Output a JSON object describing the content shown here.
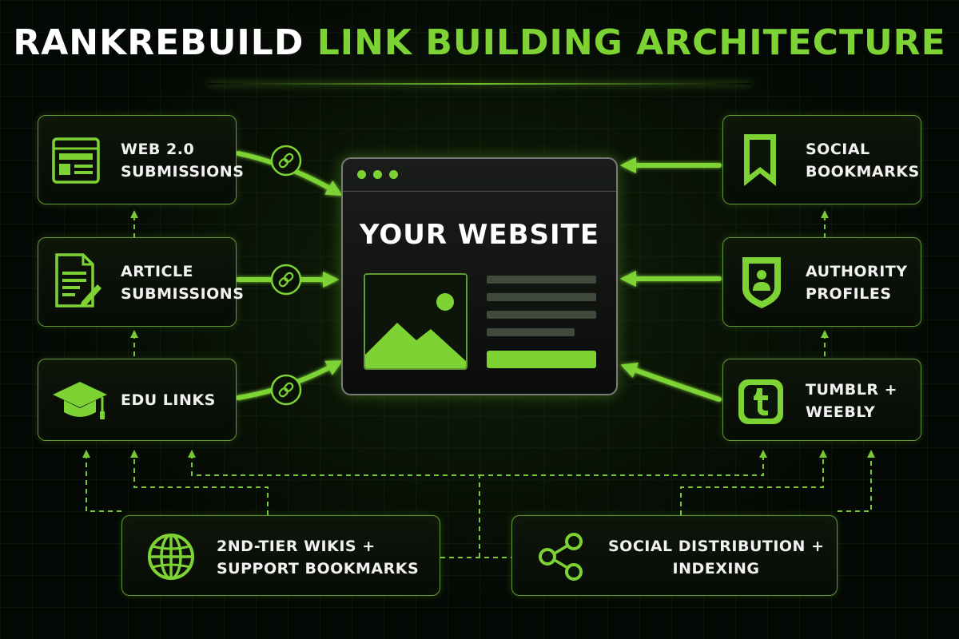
{
  "title": {
    "part1": "RANKREBUILD",
    "part2": "LINK BUILDING ARCHITECTURE"
  },
  "center": {
    "title": "YOUR WEBSITE"
  },
  "left_nodes": [
    {
      "line1": "WEB 2.0",
      "line2": "SUBMISSIONS",
      "icon": "browser-window-icon"
    },
    {
      "line1": "ARTICLE",
      "line2": "SUBMISSIONS",
      "icon": "document-pen-icon"
    },
    {
      "line1": "EDU LINKS",
      "icon": "graduation-cap-icon"
    }
  ],
  "right_nodes": [
    {
      "line1": "SOCIAL",
      "line2": "BOOKMARKS",
      "icon": "bookmark-icon"
    },
    {
      "line1": "AUTHORITY",
      "line2": "PROFILES",
      "icon": "profile-shield-icon"
    },
    {
      "line1": "TUMBLR +",
      "line2": "WEEBLY",
      "icon": "tumblr-icon"
    }
  ],
  "bottom_nodes": [
    {
      "line1": "2ND-TIER WIKIS +",
      "line2": "SUPPORT BOOKMARKS",
      "icon": "globe-icon"
    },
    {
      "line1": "SOCIAL DISTRIBUTION +",
      "line2": "INDEXING",
      "icon": "share-icon"
    }
  ],
  "colors": {
    "accent": "#7ed334",
    "background": "#040804",
    "border": "#5f9a34",
    "text": "#f2f2f2"
  }
}
